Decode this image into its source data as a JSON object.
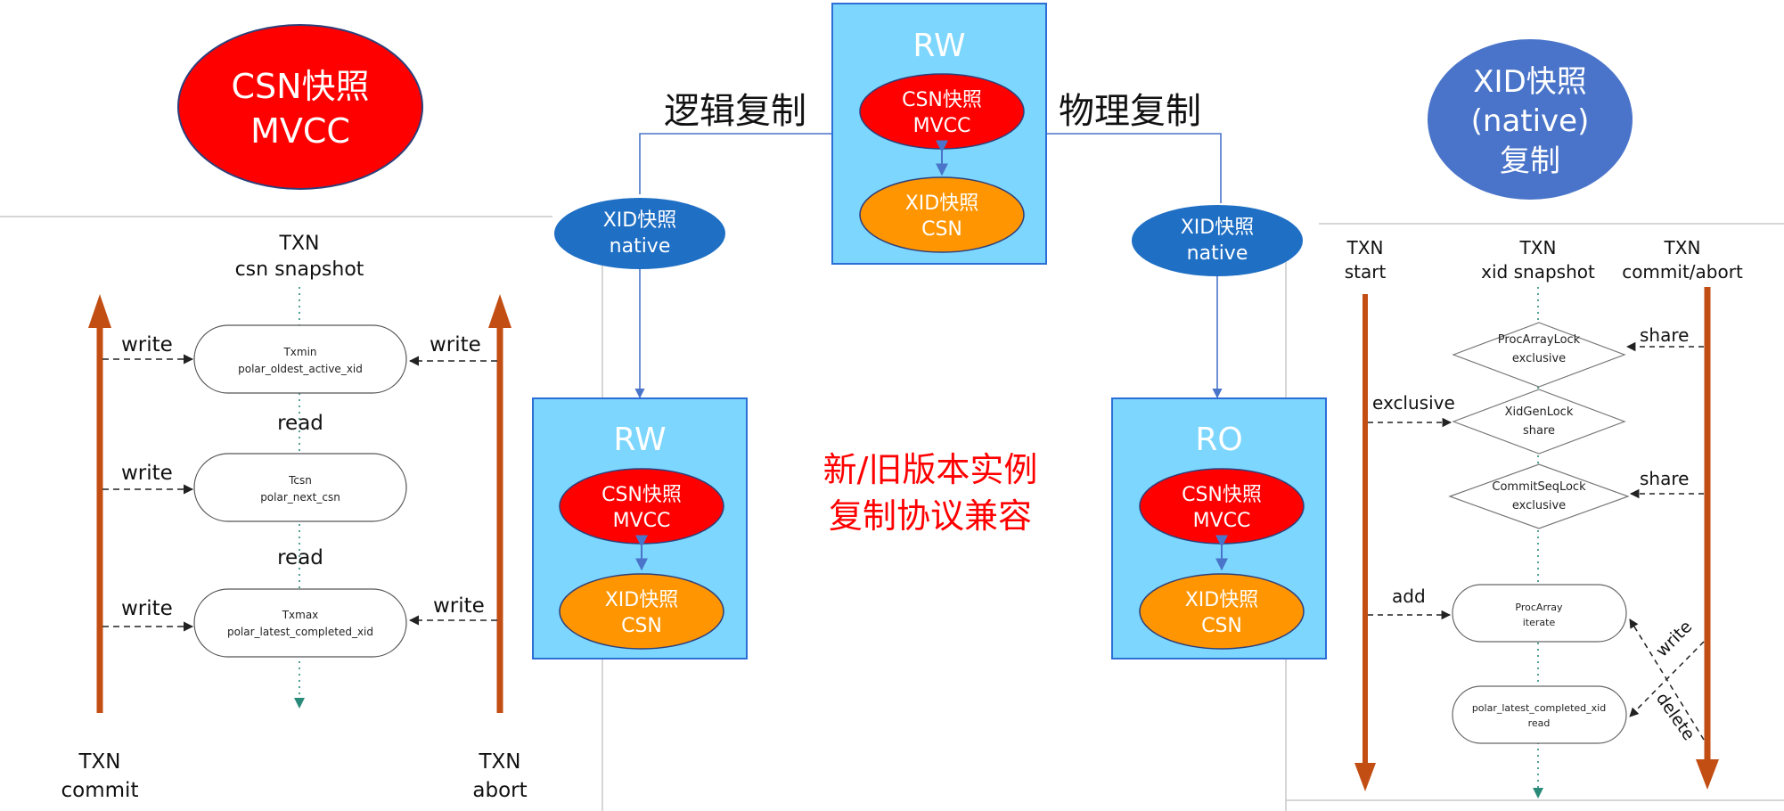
{
  "colors": {
    "red": "#ff0000",
    "orange": "#ff9500",
    "blue_node": "#1f6fc4",
    "blue_big": "#4a74c9",
    "box_fill": "#7dd6fd",
    "box_stroke": "#2b6fd6",
    "brown": "#c24e14",
    "teal": "#2a8a7a",
    "center_text": "#ff0000"
  },
  "csn_mvcc_ellipse": {
    "line1": "CSN快照",
    "line2": "MVCC"
  },
  "xid_native_ellipse": {
    "line1": "XID快照",
    "line2": "(native)",
    "line3": "复制"
  },
  "labels": {
    "logical": "逻辑复制",
    "physical": "物理复制"
  },
  "center_note": {
    "line1": "新/旧版本实例",
    "line2": "复制协议兼容"
  },
  "top_box": {
    "title": "RW",
    "inner1": {
      "line1": "CSN快照",
      "line2": "MVCC"
    },
    "inner2": {
      "line1": "XID快照",
      "line2": "CSN"
    }
  },
  "left_box": {
    "title": "RW",
    "inner1": {
      "line1": "CSN快照",
      "line2": "MVCC"
    },
    "inner2": {
      "line1": "XID快照",
      "line2": "CSN"
    }
  },
  "right_box": {
    "title": "RO",
    "inner1": {
      "line1": "CSN快照",
      "line2": "MVCC"
    },
    "inner2": {
      "line1": "XID快照",
      "line2": "CSN"
    }
  },
  "xid_node_left": {
    "line1": "XID快照",
    "line2": "native"
  },
  "xid_node_right": {
    "line1": "XID快照",
    "line2": "native"
  },
  "csn_panel": {
    "header": {
      "line1": "TXN",
      "line2": "csn snapshot"
    },
    "boxes": [
      {
        "line1": "Txmin",
        "line2": "polar_oldest_active_xid"
      },
      {
        "line1": "Tcsn",
        "line2": "polar_next_csn"
      },
      {
        "line1": "Txmax",
        "line2": "polar_latest_completed_xid"
      }
    ],
    "write_label": "write",
    "read_label": "read",
    "left_footer": {
      "line1": "TXN",
      "line2": "commit"
    },
    "right_footer": {
      "line1": "TXN",
      "line2": "abort"
    }
  },
  "xid_panel": {
    "header_left": {
      "line1": "TXN",
      "line2": "start"
    },
    "header_mid": {
      "line1": "TXN",
      "line2": "xid snapshot"
    },
    "header_right": {
      "line1": "TXN",
      "line2": "commit/abort"
    },
    "diamonds": [
      {
        "line1": "ProcArrayLock",
        "line2": "exclusive"
      },
      {
        "line1": "XidGenLock",
        "line2": "share"
      },
      {
        "line1": "CommitSeqLock",
        "line2": "exclusive"
      }
    ],
    "rounded": [
      {
        "line1": "ProcArray",
        "line2": "iterate"
      },
      {
        "line1": "polar_latest_completed_xid",
        "line2": "read"
      }
    ],
    "labels": {
      "share1": "share",
      "exclusive": "exclusive",
      "share2": "share",
      "add": "add",
      "write": "write",
      "delete": "delete"
    }
  }
}
